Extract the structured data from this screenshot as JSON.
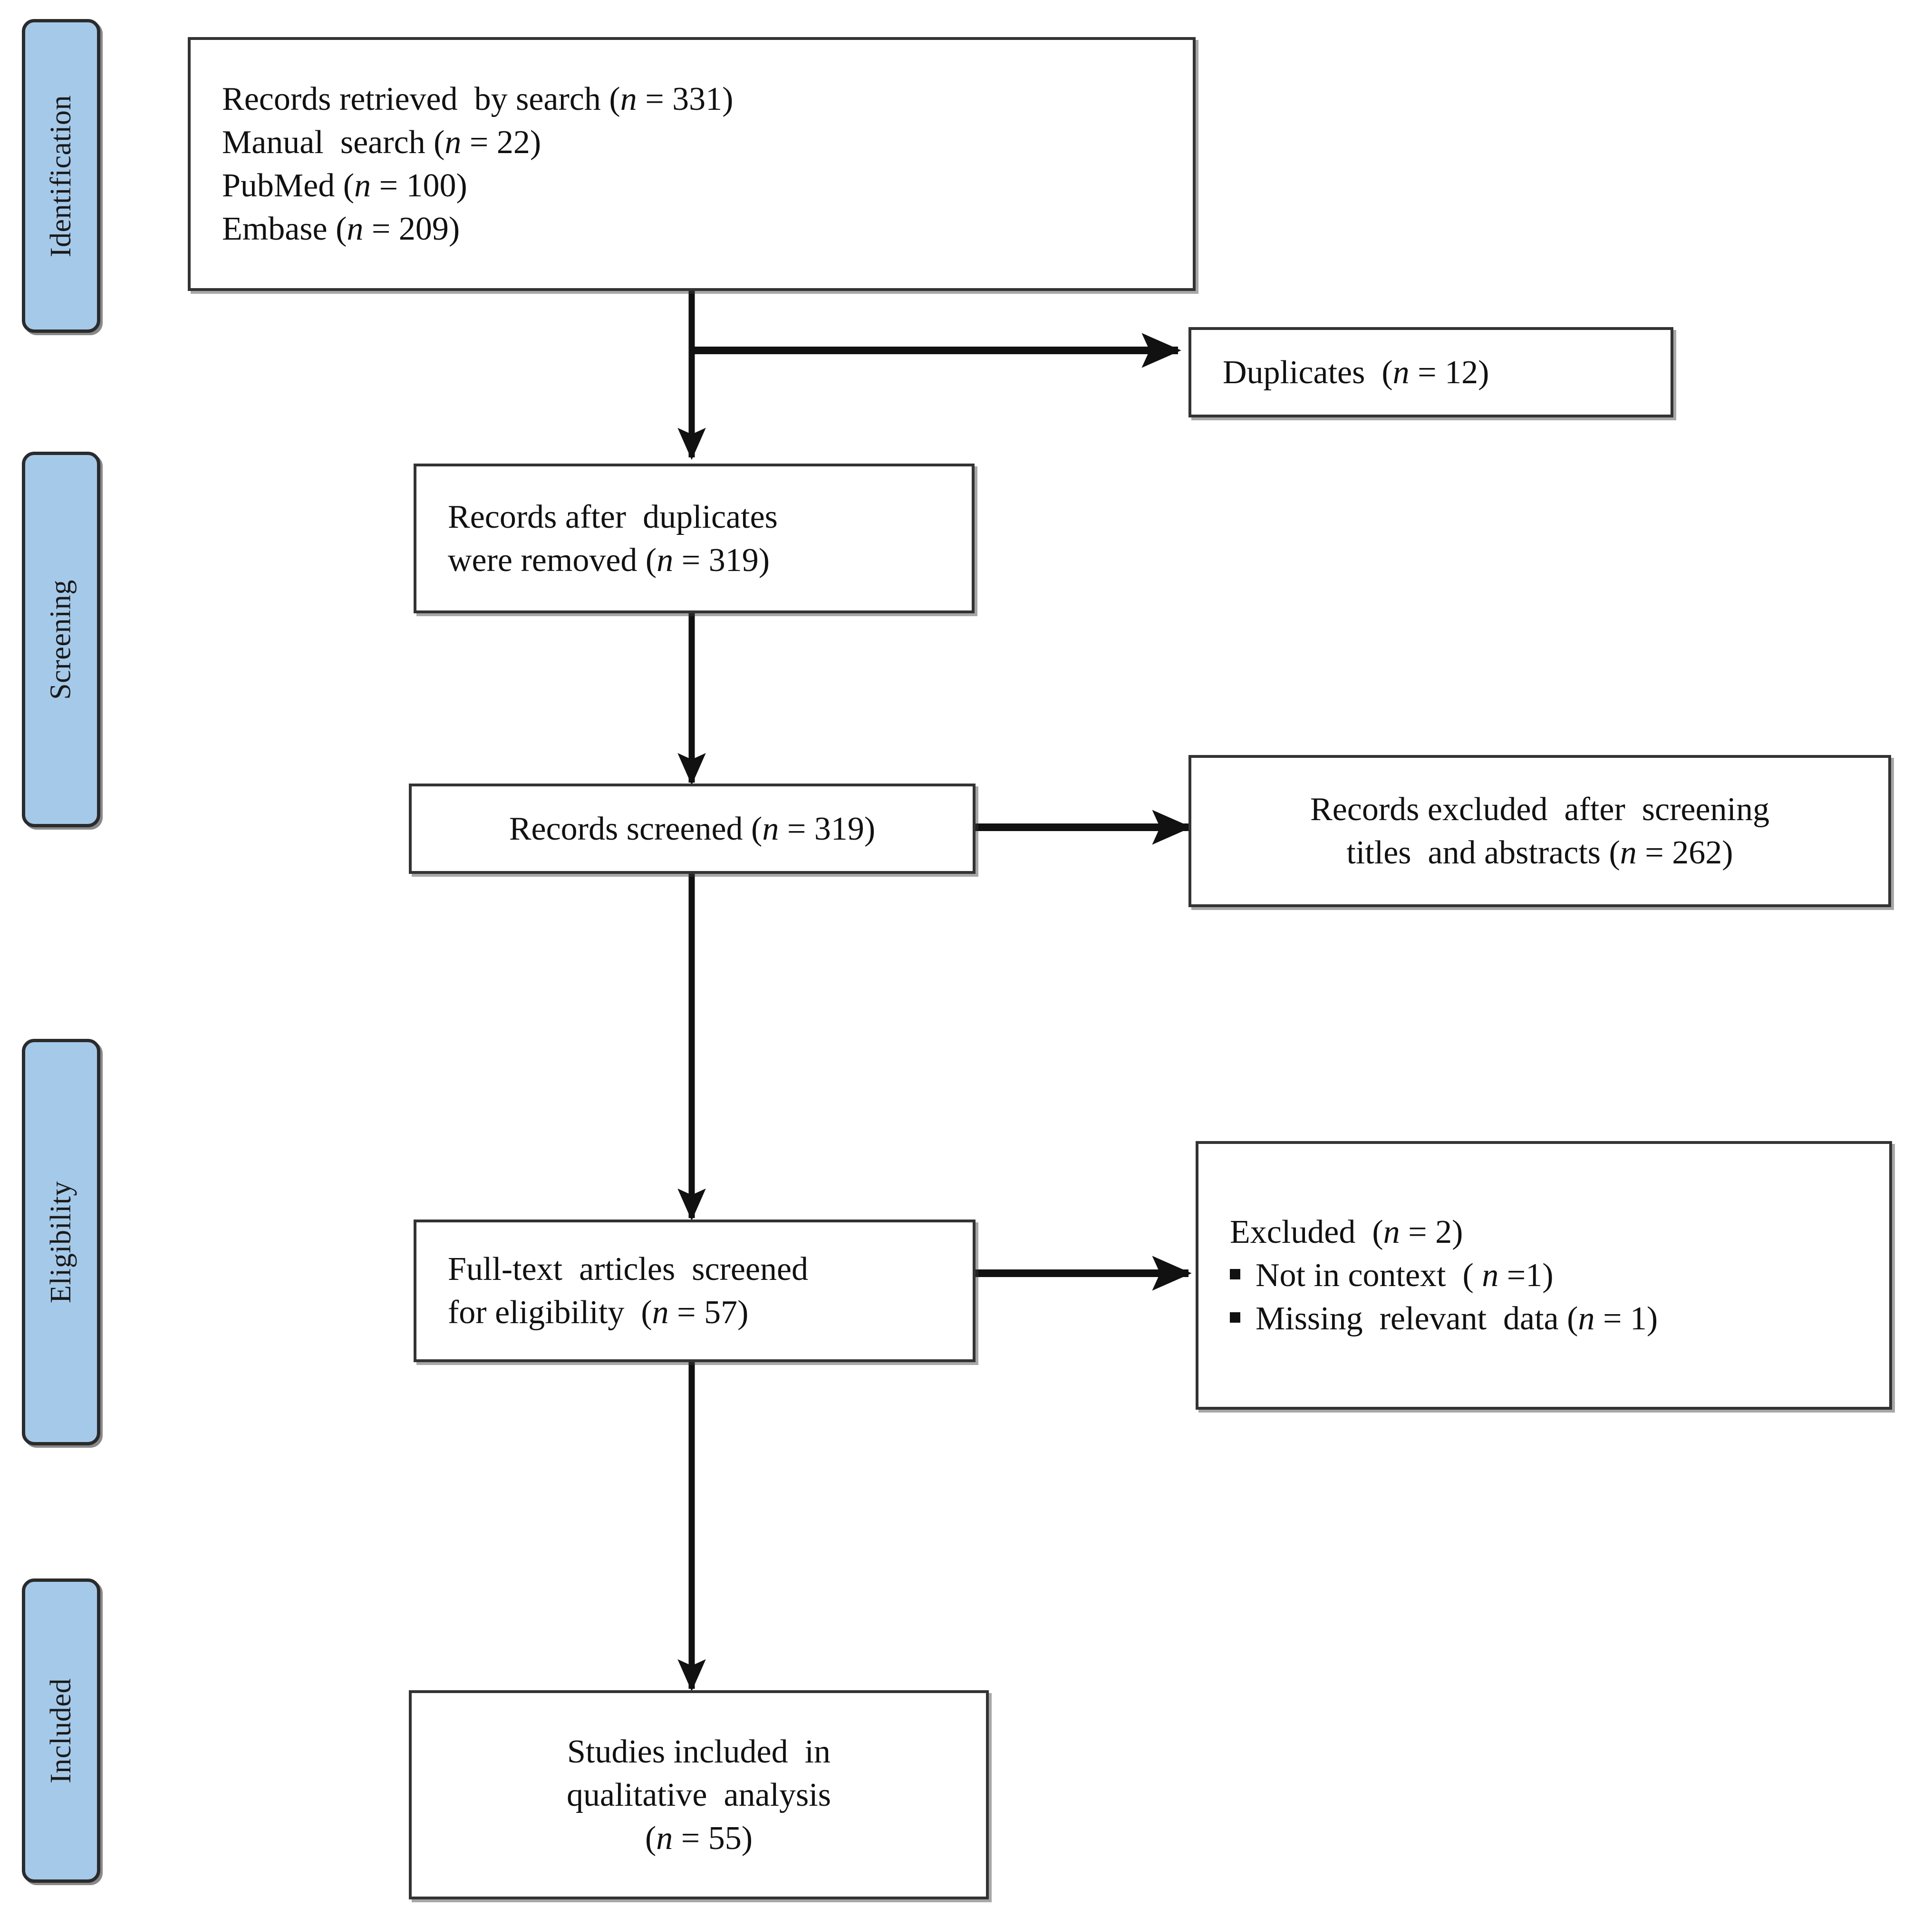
{
  "diagram": {
    "type": "prisma-flow-diagram",
    "title": "PRISMA study selection flow diagram",
    "accent_color": "#a5c9e9",
    "border_color": "#333333",
    "background": "#ffffff"
  },
  "stages": [
    {
      "id": "identification",
      "label": "Identification"
    },
    {
      "id": "screening",
      "label": "Screening"
    },
    {
      "id": "eligibility",
      "label": "Eligibility"
    },
    {
      "id": "included",
      "label": "Included"
    }
  ],
  "nodes": {
    "records_retrieved": {
      "id": "records-retrieved",
      "lines": [
        {
          "text": "Records retrieved  by search (",
          "n": "n",
          "tail": " = 331)"
        },
        {
          "text": "Manual  search (",
          "n": "n",
          "tail": " = 22)"
        },
        {
          "text": "PubMed (",
          "n": "n",
          "tail": " = 100)"
        },
        {
          "text": "Embase (",
          "n": "n",
          "tail": " = 209)"
        }
      ],
      "counts": {
        "total": 331,
        "manual_search": 22,
        "pubmed": 100,
        "embase": 209
      }
    },
    "duplicates": {
      "id": "duplicates",
      "lines": [
        {
          "text": "Duplicates  (",
          "n": "n",
          "tail": " = 12)"
        }
      ],
      "counts": {
        "duplicates": 12
      }
    },
    "after_duplicates": {
      "id": "records-after-duplicates",
      "lines": [
        {
          "text": "Records after  duplicates",
          "n": "",
          "tail": ""
        },
        {
          "text": "were removed (",
          "n": "n",
          "tail": " = 319)"
        }
      ],
      "counts": {
        "records_after_duplicates": 319
      }
    },
    "records_screened": {
      "id": "records-screened",
      "lines": [
        {
          "text": "Records screened (",
          "n": "n",
          "tail": " = 319)"
        }
      ],
      "counts": {
        "records_screened": 319
      }
    },
    "records_excluded": {
      "id": "records-excluded",
      "lines": [
        {
          "text": "Records excluded  after  screening",
          "n": "",
          "tail": ""
        },
        {
          "text": "titles  and abstracts (",
          "n": "n",
          "tail": " = 262)"
        }
      ],
      "counts": {
        "records_excluded": 262
      }
    },
    "fulltext_screened": {
      "id": "fulltext-articles-screened",
      "lines": [
        {
          "text": "Full-text  articles  screened",
          "n": "",
          "tail": ""
        },
        {
          "text": "for eligibility  (",
          "n": "n",
          "tail": " = 57)"
        }
      ],
      "counts": {
        "fulltext_screened": 57
      }
    },
    "excluded_reasons": {
      "id": "excluded-with-reasons",
      "heading": {
        "text": "Excluded  (",
        "n": "n",
        "tail": " = 2)"
      },
      "bullets": [
        {
          "text": "Not in context  ( ",
          "n": "n",
          "tail": " =1)"
        },
        {
          "text": "Missing  relevant  data (",
          "n": "n",
          "tail": " = 1)"
        }
      ],
      "counts": {
        "excluded_total": 2,
        "not_in_context": 1,
        "missing_relevant_data": 1
      }
    },
    "studies_included": {
      "id": "studies-included",
      "lines": [
        {
          "text": "Studies included  in",
          "n": "",
          "tail": ""
        },
        {
          "text": "qualitative  analysis",
          "n": "",
          "tail": ""
        },
        {
          "text": "(",
          "n": "n",
          "tail": " = 55)"
        }
      ],
      "counts": {
        "studies_included": 55
      }
    }
  }
}
